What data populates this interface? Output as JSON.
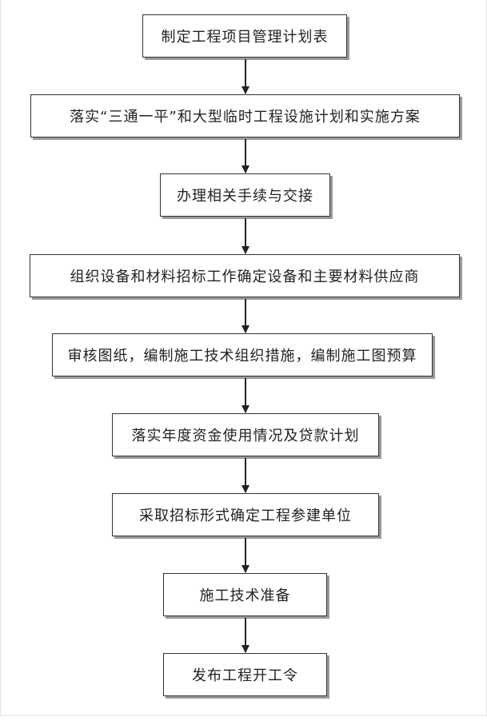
{
  "steps": [
    {
      "label": "制定工程项目管理计划表"
    },
    {
      "label": "落实“三通一平”和大型临时工程设施计划和实施方案"
    },
    {
      "label": "办理相关手续与交接"
    },
    {
      "label": "组织设备和材料招标工作确定设备和主要材料供应商"
    },
    {
      "label": "审核图纸，编制施工技术组织措施，编制施工图预算"
    },
    {
      "label": "落实年度资金使用情况及贷款计划"
    },
    {
      "label": "采取招标形式确定工程参建单位"
    },
    {
      "label": "施工技术准备"
    },
    {
      "label": "发布工程开工令"
    }
  ]
}
